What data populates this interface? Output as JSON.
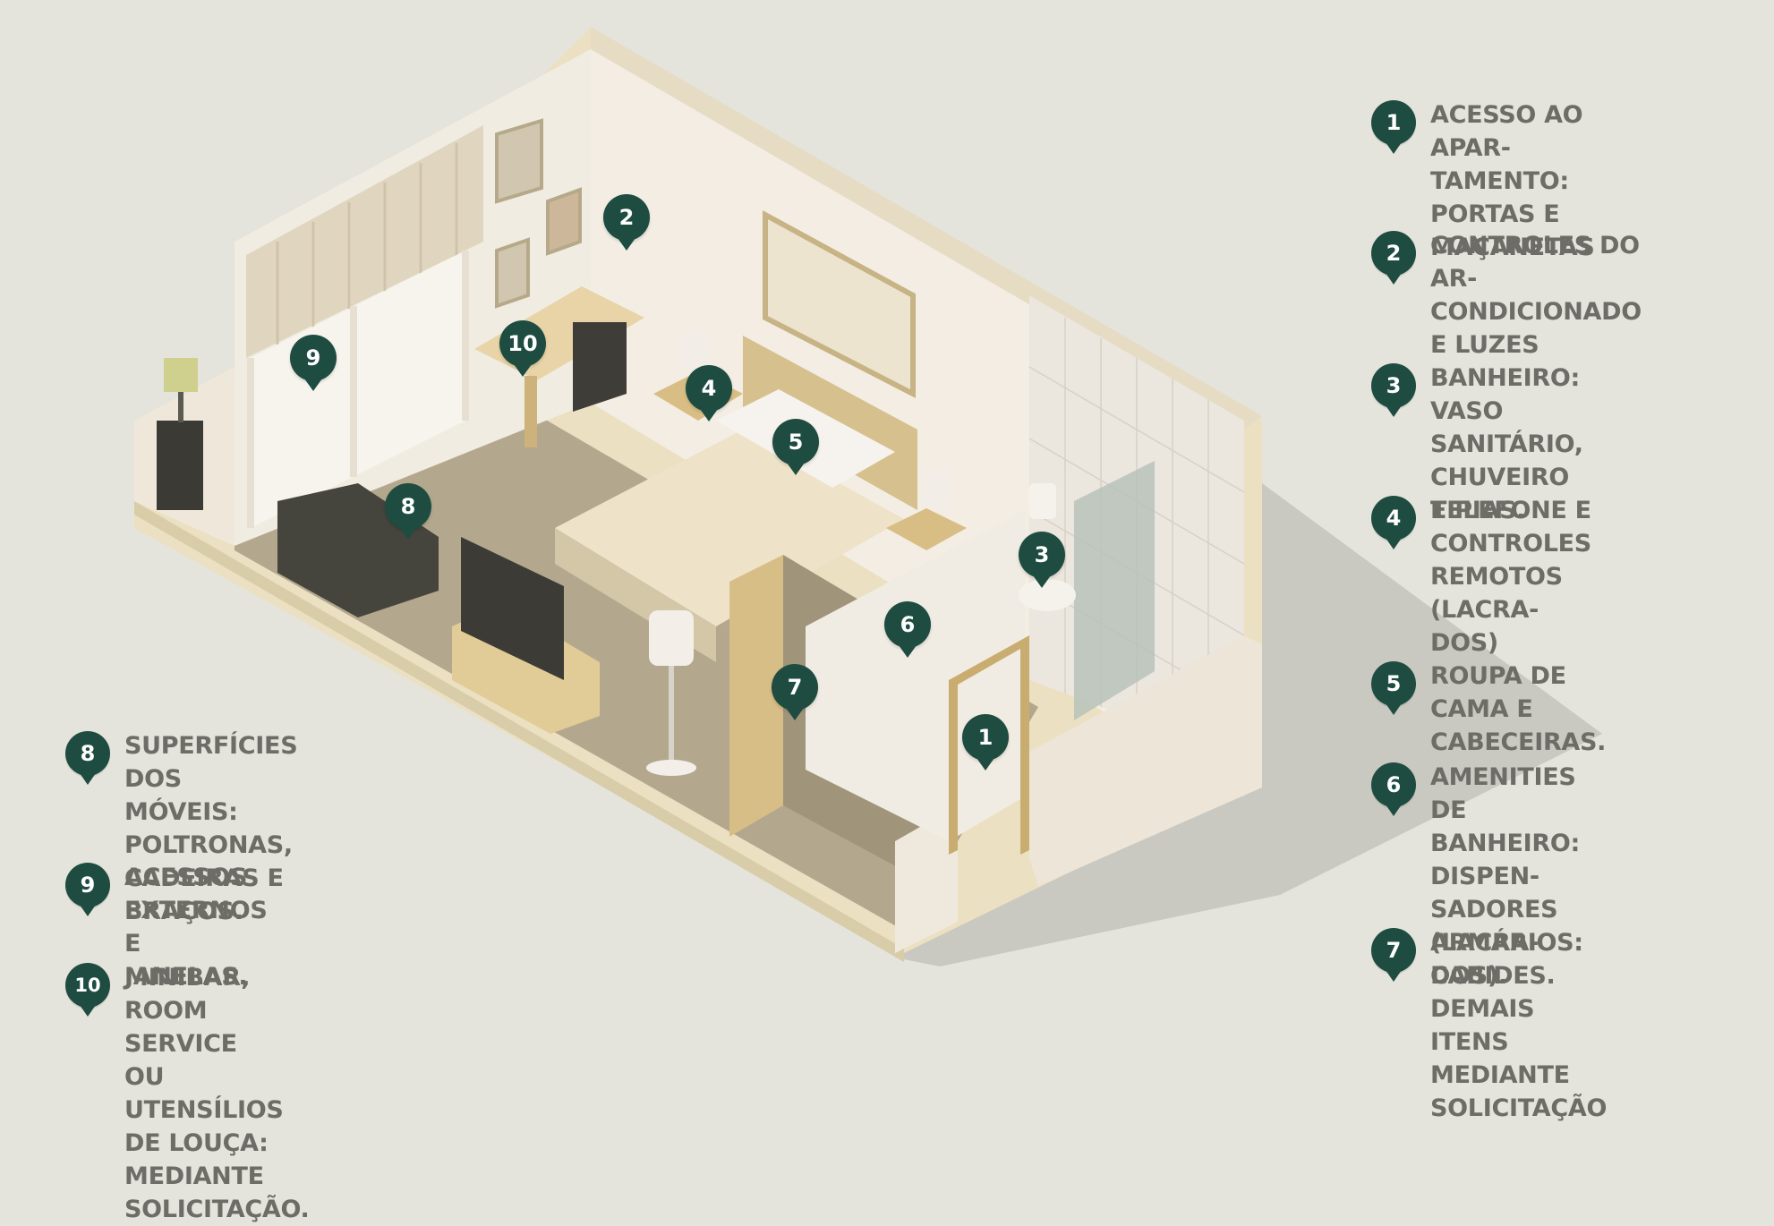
{
  "legend_right": [
    {
      "number": "1",
      "text": "ACESSO AO APAR-\nTAMENTO: PORTAS E\nMAÇANETAS"
    },
    {
      "number": "2",
      "text": "CONTROLES DO\nAR-CONDICIONADO\nE LUZES"
    },
    {
      "number": "3",
      "text": "BANHEIRO: VASO\nSANITÁRIO,\nCHUVEIRO E PIAS."
    },
    {
      "number": "4",
      "text": "TELEFONE E\nCONTROLES\nREMOTOS (LACRA-\nDOS)"
    },
    {
      "number": "5",
      "text": "ROUPA DE CAMA E\nCABECEIRAS."
    },
    {
      "number": "6",
      "text": "AMENITIES DE\nBANHEIRO: DISPEN-\nSADORES (LACRA-\nDOS)."
    },
    {
      "number": "7",
      "text": "ARMÁRIOS:\nCABIDES. DEMAIS\nITENS MEDIANTE\nSOLICITAÇÃO"
    }
  ],
  "legend_left": [
    {
      "number": "8",
      "text": "SUPERFÍCIES DOS MÓVEIS:\nPOLTRONAS, CADEIRAS E\nBRAÇOS."
    },
    {
      "number": "9",
      "text": "ACESSOS EXTERNOS E\nJANELAS."
    },
    {
      "number": "10",
      "text": "MINIBAR, ROOM SERVICE\nOU UTENSÍLIOS DE LOUÇA:\nMEDIANTE SOLICITAÇÃO."
    }
  ],
  "map_markers": [
    "1",
    "2",
    "3",
    "4",
    "5",
    "6",
    "7",
    "8",
    "9",
    "10"
  ],
  "colors": {
    "marker": "#1e4c40",
    "label_text": "#6d6c67",
    "background": "#e4e3dc"
  }
}
